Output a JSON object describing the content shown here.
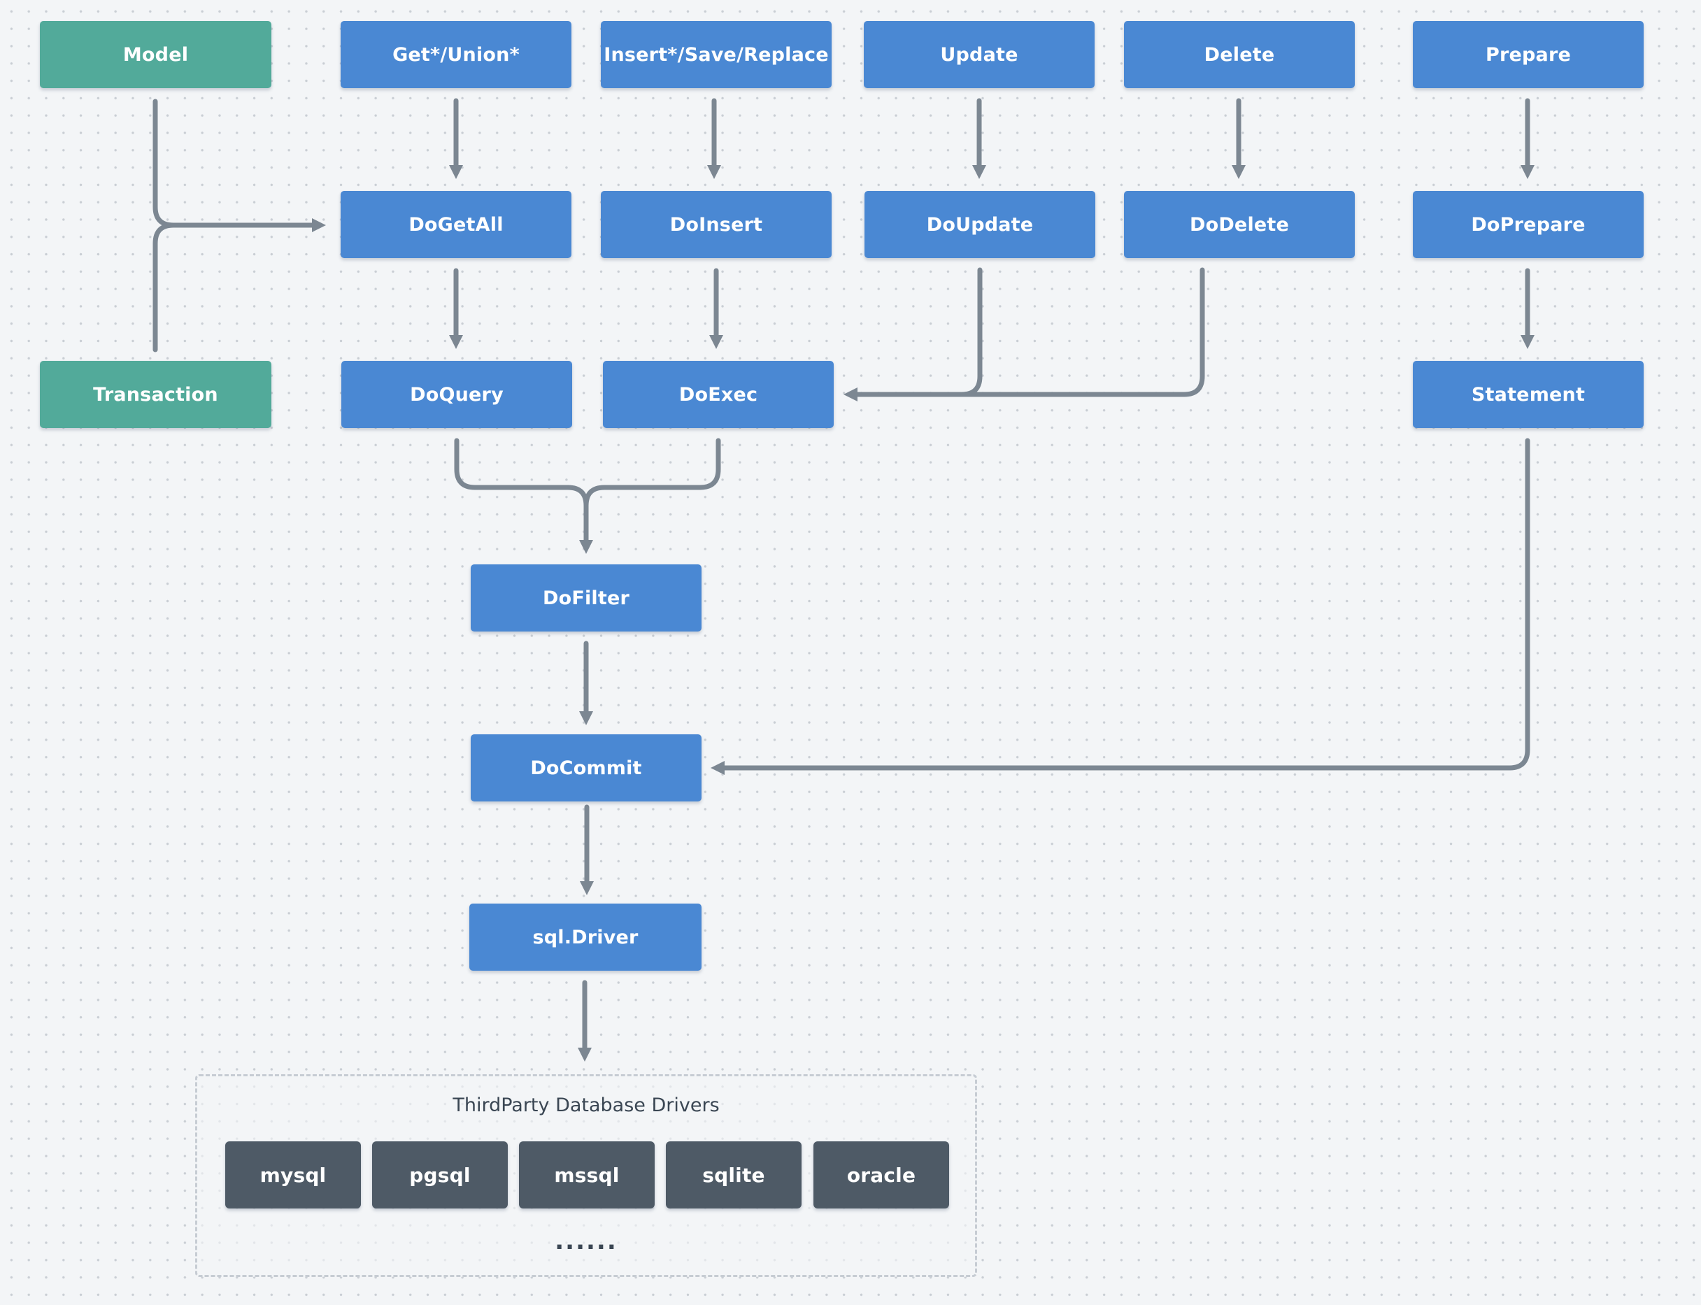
{
  "diagram": {
    "nodes": {
      "model": "Model",
      "get_union": "Get*/Union*",
      "insert_save_replace": "Insert*/Save/Replace",
      "update": "Update",
      "delete": "Delete",
      "prepare": "Prepare",
      "do_get_all": "DoGetAll",
      "do_insert": "DoInsert",
      "do_update": "DoUpdate",
      "do_delete": "DoDelete",
      "do_prepare": "DoPrepare",
      "transaction": "Transaction",
      "do_query": "DoQuery",
      "do_exec": "DoExec",
      "statement": "Statement",
      "do_filter": "DoFilter",
      "do_commit": "DoCommit",
      "sql_driver": "sql.Driver"
    },
    "drivers_group": {
      "title": "ThirdParty Database Drivers",
      "drivers": [
        "mysql",
        "pgsql",
        "mssql",
        "sqlite",
        "oracle"
      ],
      "more": "......"
    },
    "colors": {
      "api_node": "#4a88d3",
      "entry_node": "#52aa9a",
      "driver_node": "#4e5a66",
      "connector": "#7c8792"
    }
  }
}
